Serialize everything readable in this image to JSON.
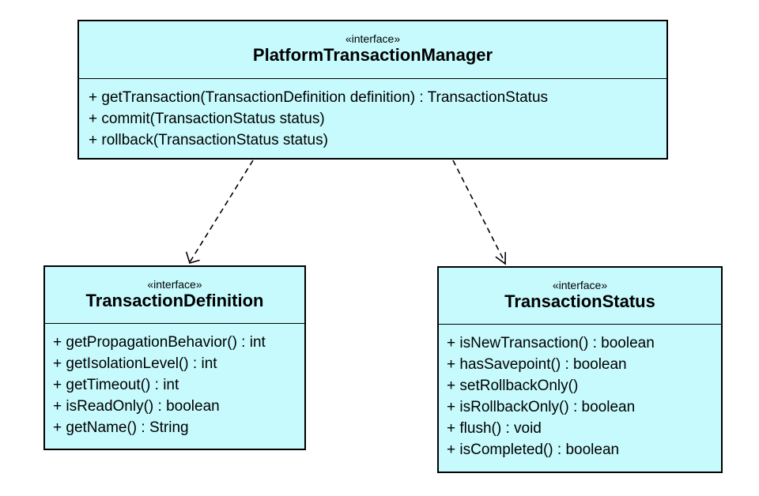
{
  "platform_transaction_manager": {
    "stereotype": "«interface»",
    "name": "PlatformTransactionManager",
    "operations": [
      "+ getTransaction(TransactionDefinition definition) : TransactionStatus",
      "+ commit(TransactionStatus status)",
      "+ rollback(TransactionStatus status)"
    ]
  },
  "transaction_definition": {
    "stereotype": "«interface»",
    "name": "TransactionDefinition",
    "operations": [
      "+ getPropagationBehavior() : int",
      "+ getIsolationLevel() : int",
      "+ getTimeout() : int",
      "+ isReadOnly() : boolean",
      "+ getName() : String"
    ]
  },
  "transaction_status": {
    "stereotype": "«interface»",
    "name": "TransactionStatus",
    "operations": [
      "+ isNewTransaction() : boolean",
      "+ hasSavepoint() : boolean",
      "+ setRollbackOnly()",
      "+ isRollbackOnly() : boolean",
      "+ flush() : void",
      "+ isCompleted() : boolean"
    ]
  },
  "colors": {
    "box_fill": "#c6fafd",
    "stroke": "#000000"
  }
}
